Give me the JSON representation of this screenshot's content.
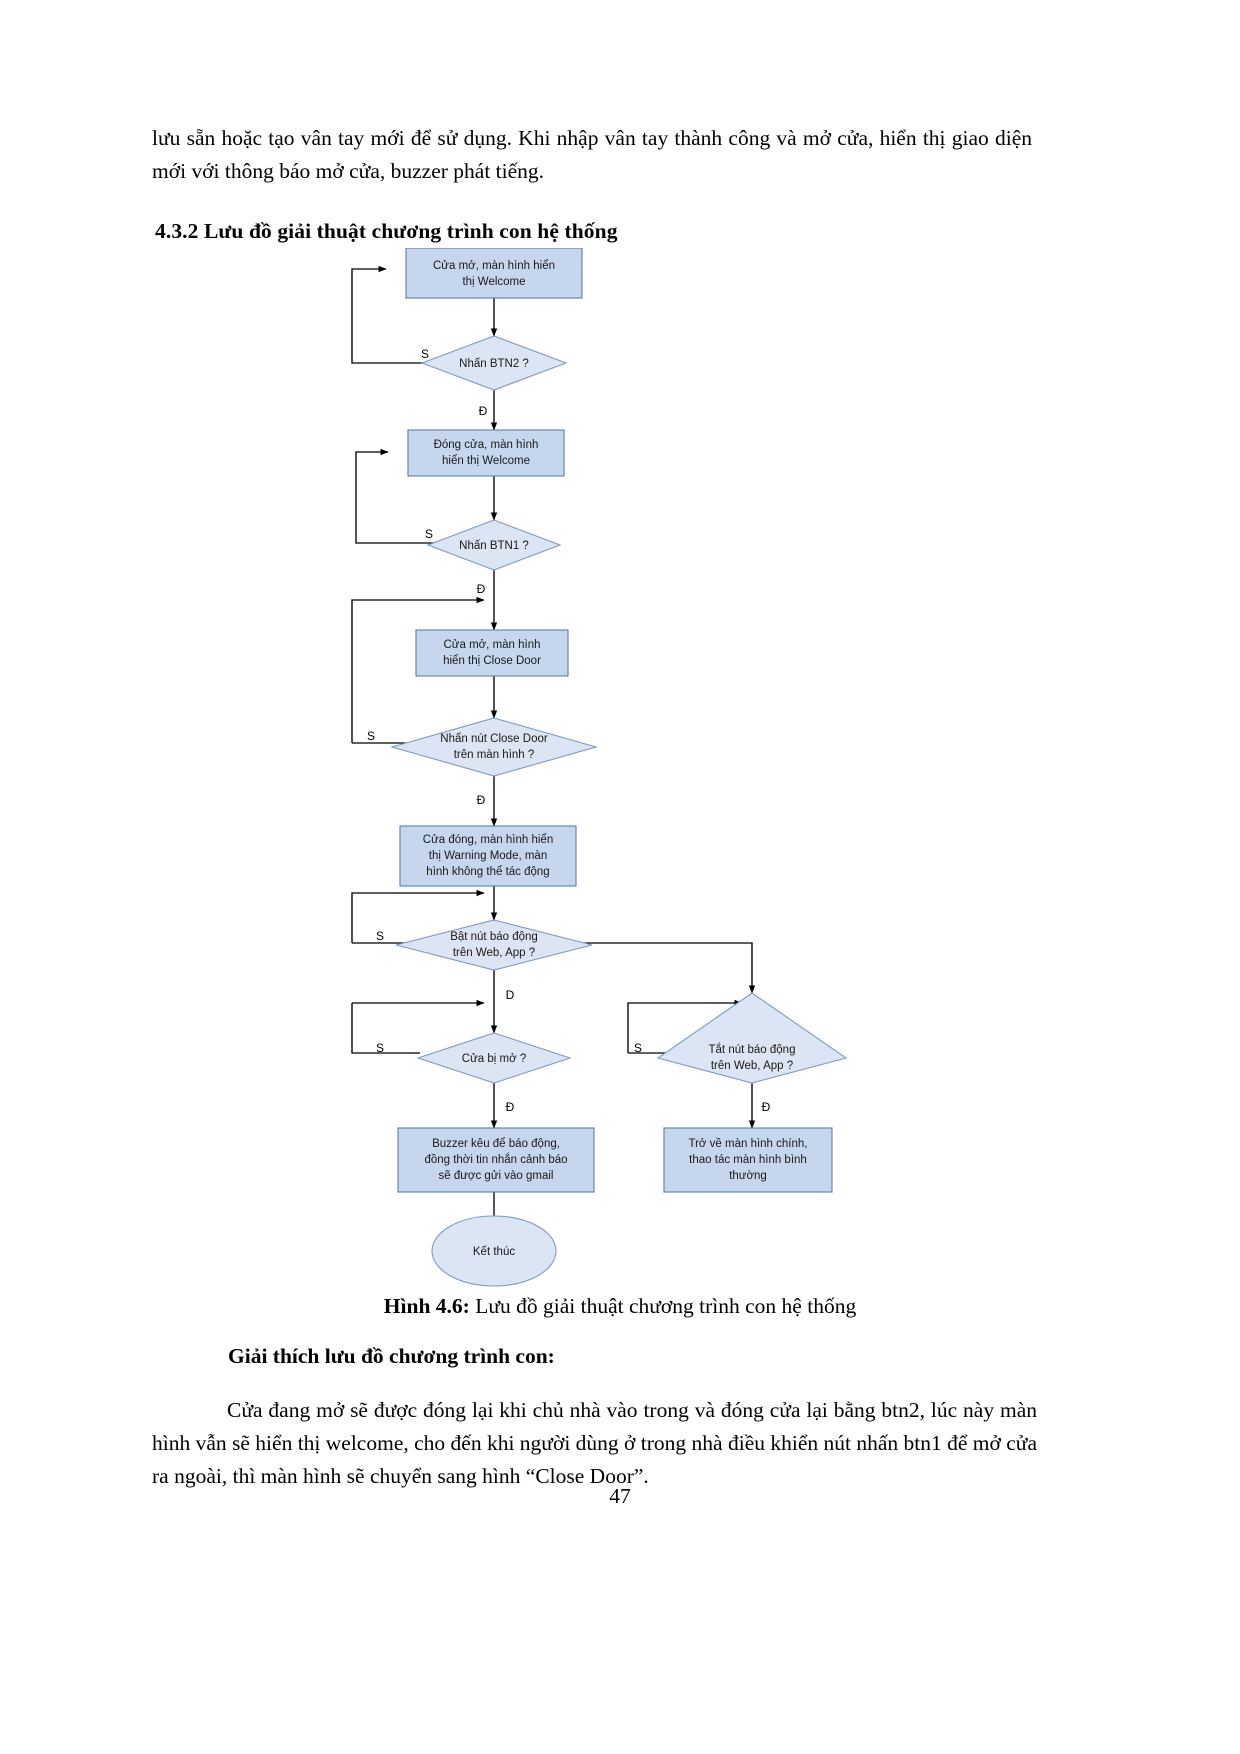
{
  "document": {
    "top_paragraph": "lưu sẵn hoặc tạo vân tay mới để sử dụng. Khi nhập vân tay thành công và mở cửa, hiển thị giao diện mới với thông báo mở cửa, buzzer phát tiếng.",
    "section_heading": "4.3.2 Lưu đồ giải thuật chương trình con hệ thống",
    "figure_caption_label": "Hình 4.6:",
    "figure_caption_text": " Lưu đồ giải thuật chương trình con hệ thống",
    "explain_heading": "Giải thích lưu đồ chương trình con:",
    "bottom_paragraph": "Cửa đang mở sẽ được đóng lại khi chủ nhà vào trong và đóng cửa lại bằng btn2, lúc này màn hình vẫn sẽ hiển thị welcome, cho đến khi người dùng ở trong nhà điều khiển nút nhấn btn1 để mở cửa ra ngoài, thì màn hình sẽ chuyển sang hình “Close Door”.",
    "page_number": "47"
  },
  "colors": {
    "process_fill": "#c6d6ec",
    "process_stroke": "#5c7fae",
    "decision_fill": "#dbe5f3",
    "decision_stroke": "#7d9bc1",
    "edge": "#000000"
  },
  "flowchart": {
    "title": "Lưu đồ giải thuật chương trình con hệ thống",
    "nodes": [
      {
        "id": "n1",
        "type": "process",
        "lines": [
          "Cửa mở, màn hình hiển",
          "thị Welcome"
        ]
      },
      {
        "id": "d1",
        "type": "decision",
        "lines": [
          "Nhấn BTN2 ?"
        ]
      },
      {
        "id": "n2",
        "type": "process",
        "lines": [
          "Đóng cửa, màn hình",
          "hiển thị Welcome"
        ]
      },
      {
        "id": "d2",
        "type": "decision",
        "lines": [
          "Nhấn BTN1 ?"
        ]
      },
      {
        "id": "n3",
        "type": "process",
        "lines": [
          "Cửa mở, màn hình",
          "hiển thị Close Door"
        ]
      },
      {
        "id": "d3",
        "type": "decision",
        "lines": [
          "Nhấn nút Close Door",
          "trên màn hình ?"
        ]
      },
      {
        "id": "n4",
        "type": "process",
        "lines": [
          "Cửa đóng, màn hình hiển",
          "thị Warning Mode, màn",
          "hình không thể tác động"
        ]
      },
      {
        "id": "d4",
        "type": "decision",
        "lines": [
          "Bật nút báo động",
          "trên Web, App ?"
        ]
      },
      {
        "id": "d5",
        "type": "decision",
        "lines": [
          "Cửa bị mở ?"
        ]
      },
      {
        "id": "d6",
        "type": "decision",
        "lines": [
          "Tắt nút báo động",
          "trên Web, App ?"
        ]
      },
      {
        "id": "n5",
        "type": "process",
        "lines": [
          "Buzzer kêu để báo động,",
          "đồng thời tin nhắn cảnh báo",
          "sẽ được gửi vào gmail"
        ]
      },
      {
        "id": "n6",
        "type": "process",
        "lines": [
          "Trở về màn hình chính,",
          "thao tác màn hình bình",
          "thường"
        ]
      },
      {
        "id": "end",
        "type": "terminal",
        "lines": [
          "Kết thúc"
        ]
      }
    ],
    "edge_labels": {
      "d1_no": "S",
      "d1_yes": "Đ",
      "d2_no": "S",
      "d2_yes": "Đ",
      "d3_no": "S",
      "d3_yes": "Đ",
      "d4_no": "S",
      "d4_yes": "D",
      "d5_no": "S",
      "d5_yes": "Đ",
      "d6_no": "S",
      "d6_yes": "Đ"
    }
  }
}
